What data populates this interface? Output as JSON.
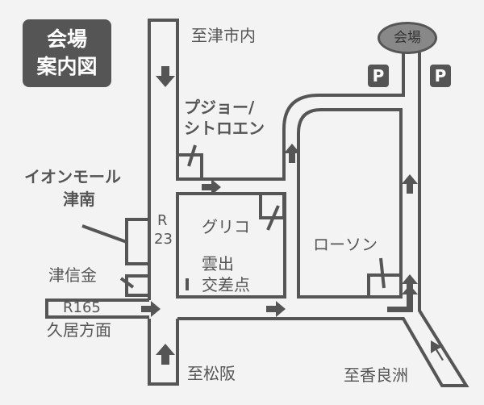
{
  "title": {
    "line1": "会場",
    "line2": "案内図"
  },
  "venue": "会場",
  "parking": [
    "P",
    "P"
  ],
  "labels": {
    "to_tsu_city": "至津市内",
    "peugeot_1": "プジョー/",
    "peugeot_2": "シトロエン",
    "aeon_1": "イオンモール",
    "aeon_2": "津南",
    "r23_1": "R",
    "r23_2": "23",
    "glico": "グリコ",
    "tsu_shinkin": "津信金",
    "kumoide_1": "雲出",
    "kumoide_2": "交差点",
    "lawson": "ローソン",
    "r165": "R165",
    "hisai": "久居方面",
    "to_matsusaka": "至松阪",
    "to_kohrasu": "至香良洲"
  },
  "colors": {
    "line": "#555555",
    "background": "#f3f3f3",
    "venue_fill": "#888888"
  }
}
